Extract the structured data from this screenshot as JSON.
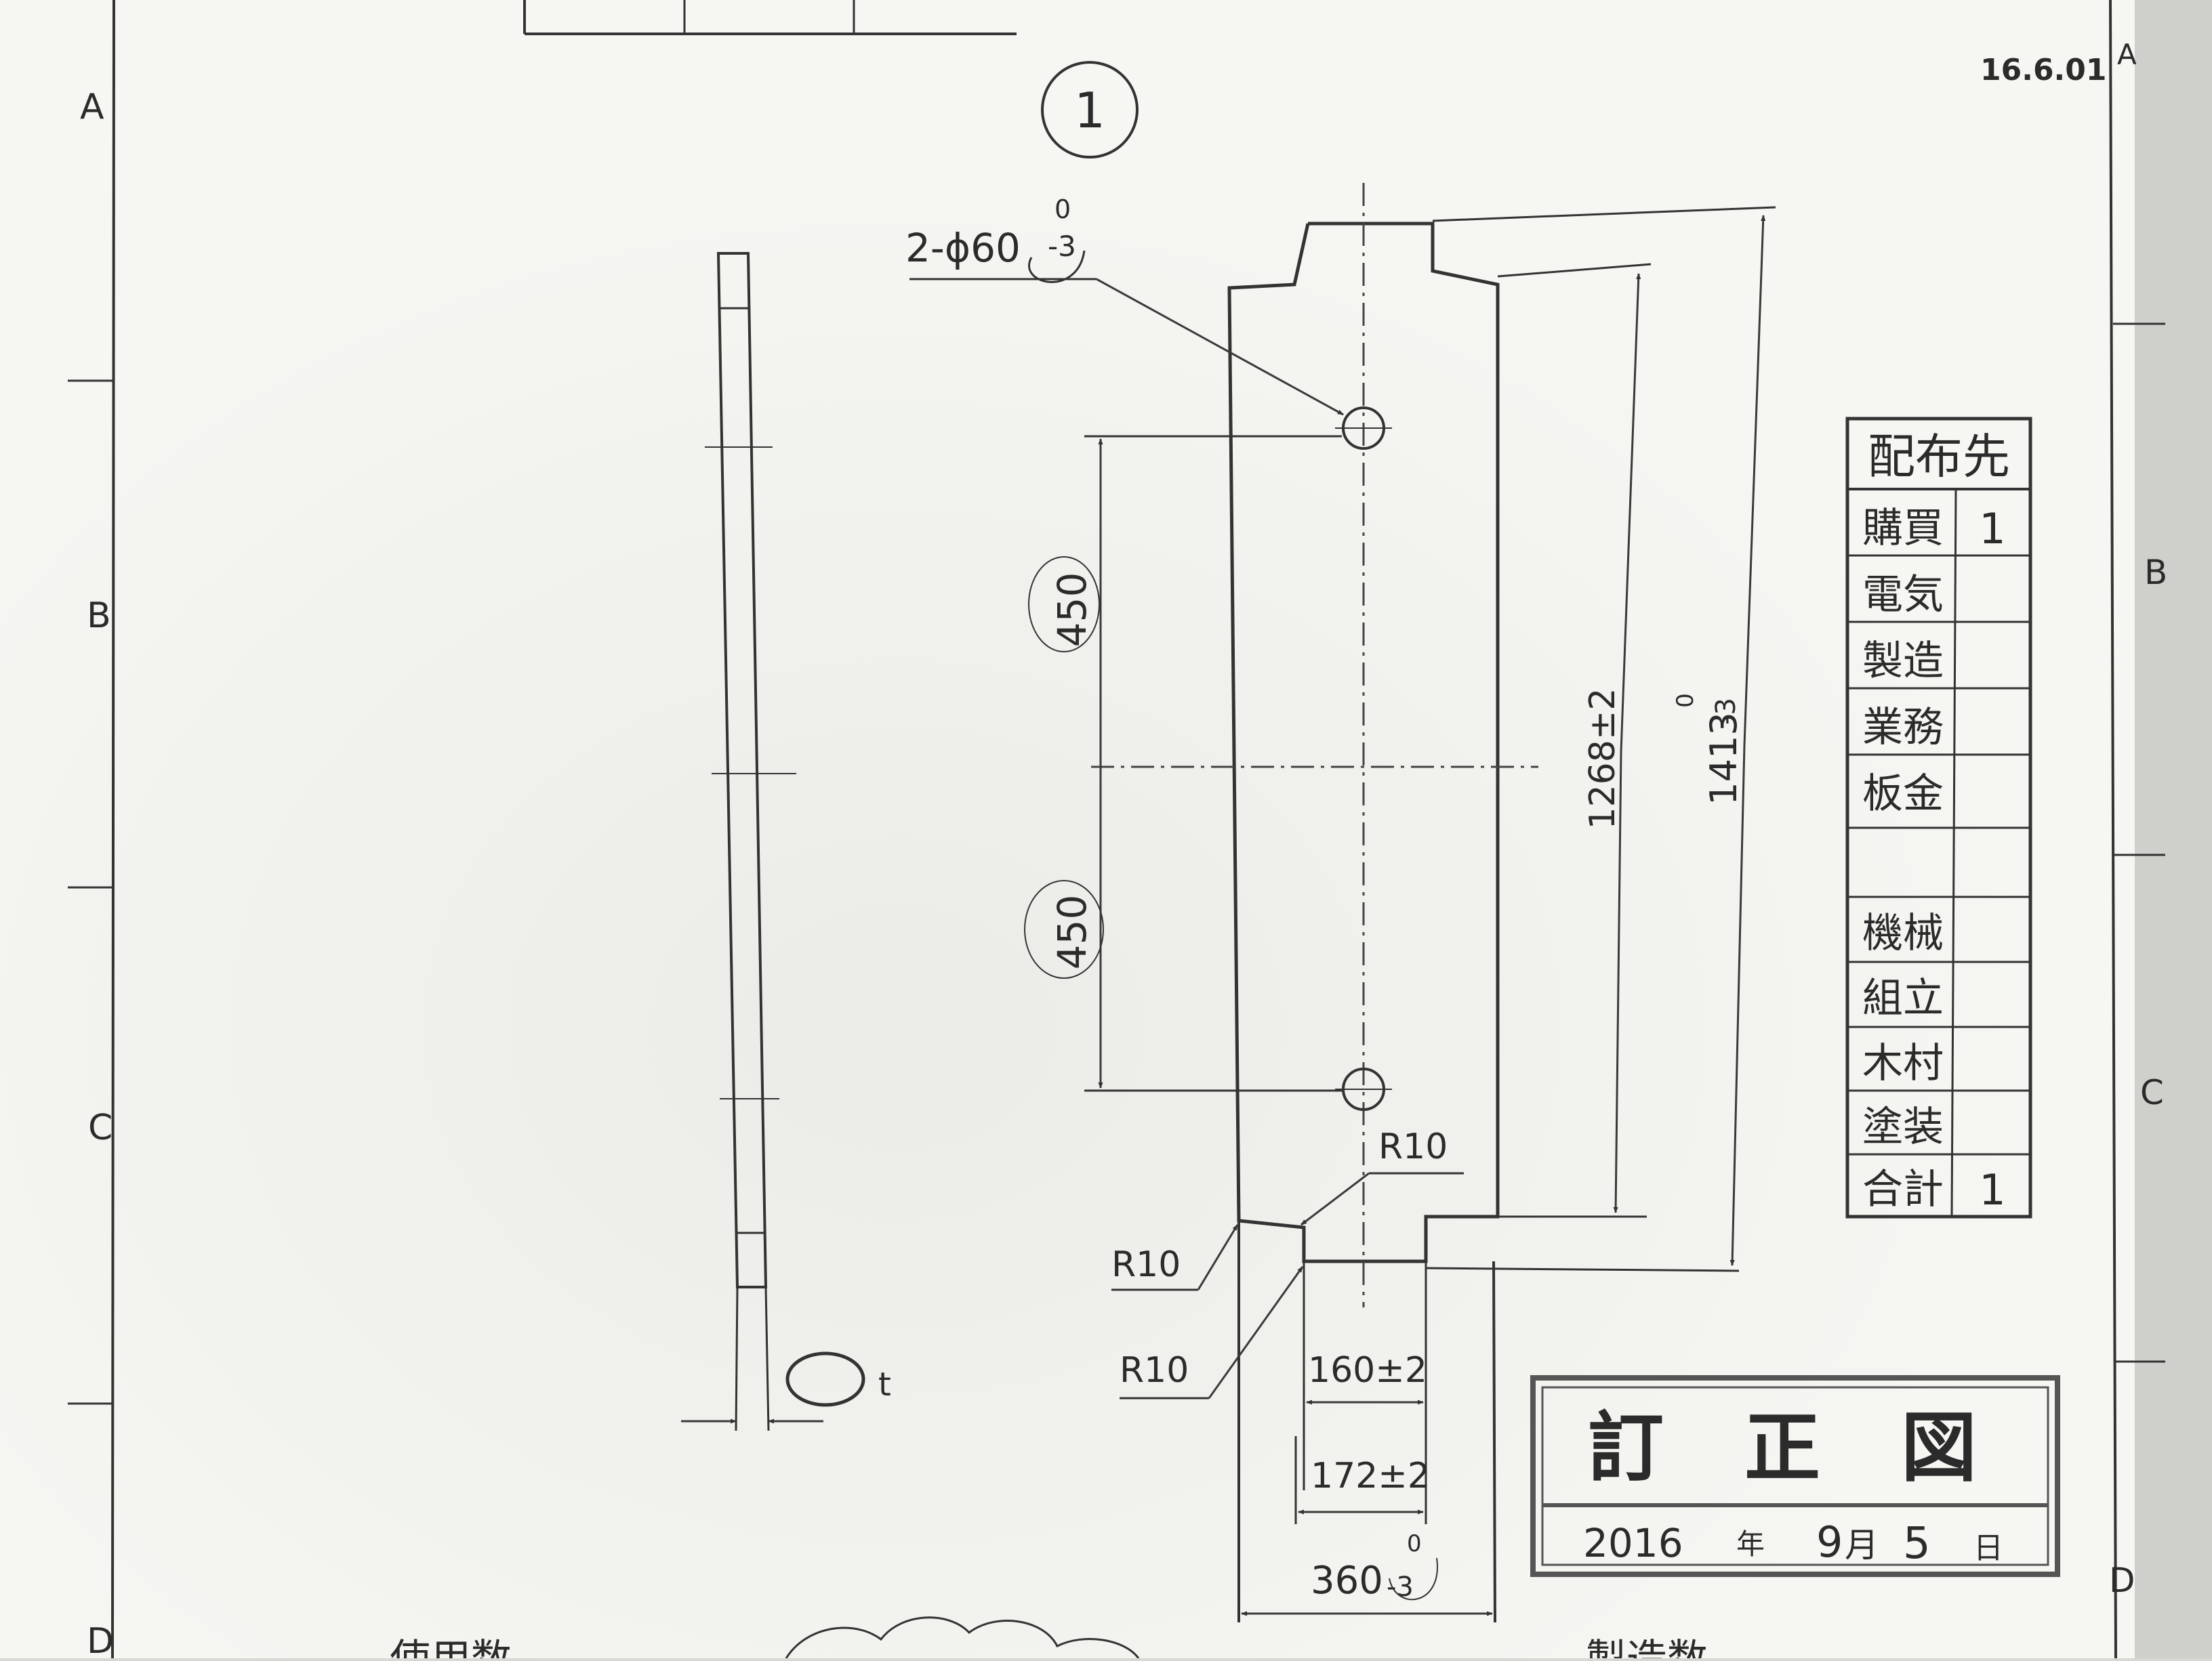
{
  "sheet": {
    "date_code": "16.6.01",
    "zone_labels_left": [
      "A",
      "B",
      "C",
      "D"
    ],
    "zone_labels_right": [
      "A",
      "B",
      "C",
      "D"
    ]
  },
  "part": {
    "part_number": "1",
    "hole_callout": "2-ϕ60",
    "hole_tol_upper": "0",
    "hole_tol_lower": "-3",
    "thickness_label": "t"
  },
  "dimensions": {
    "pitch_upper": "450",
    "pitch_lower": "450",
    "inner_height": "1268±2",
    "overall_height": "1413",
    "overall_height_tol_upper": "0",
    "overall_height_tol_lower": "-3",
    "radius_1": "R10",
    "radius_2": "R10",
    "radius_3": "R10",
    "tab_width_1": "160±2",
    "tab_width_2": "172±2",
    "overall_width": "360",
    "overall_width_tol_upper": "0",
    "overall_width_tol_lower": "-3"
  },
  "distribution_table": {
    "title": "配布先",
    "rows": [
      {
        "dept": "購買",
        "count": "1"
      },
      {
        "dept": "電気",
        "count": ""
      },
      {
        "dept": "製造",
        "count": ""
      },
      {
        "dept": "業務",
        "count": ""
      },
      {
        "dept": "板金",
        "count": ""
      },
      {
        "dept": "",
        "count": ""
      },
      {
        "dept": "機械",
        "count": ""
      },
      {
        "dept": "組立",
        "count": ""
      },
      {
        "dept": "木村",
        "count": ""
      },
      {
        "dept": "塗装",
        "count": ""
      },
      {
        "dept": "合計",
        "count": "1"
      }
    ]
  },
  "stamp": {
    "title": "訂 正 図",
    "date_year": "2016",
    "year_unit": "年",
    "date_month": "9",
    "month_unit": "月",
    "date_day": "5",
    "day_unit": "日"
  },
  "footer_text": {
    "left": "使用数",
    "right": "製造数"
  },
  "colors": {
    "paper": "#f4f4f1",
    "ink": "#2b2b2b",
    "stamp_ink": "#555555"
  }
}
